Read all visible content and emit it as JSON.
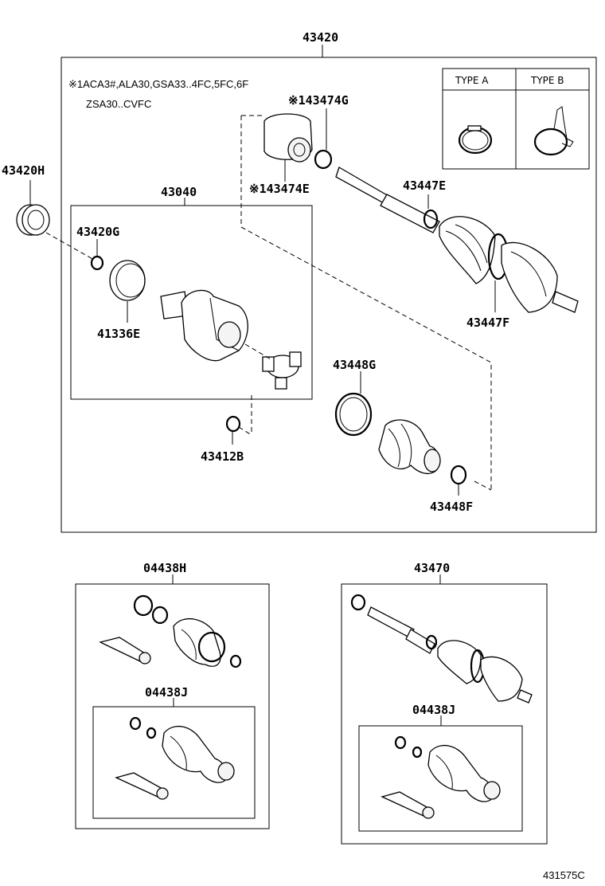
{
  "labels": {
    "assembly": "43420",
    "note_line1": "※1ACA3#,ALA30,GSA33..4FC,5FC,6F",
    "note_line2": "ZSA30..CVFC",
    "type_a": "TYPE A",
    "type_b": "TYPE B",
    "p_143474G": "※143474G",
    "p_143474E": "※143474E",
    "p_43420H": "43420H",
    "p_43040": "43040",
    "p_43447E": "43447E",
    "p_43420G": "43420G",
    "p_41336E": "41336E",
    "p_43447F": "43447F",
    "p_43448G": "43448G",
    "p_43412B": "43412B",
    "p_43448F": "43448F",
    "kit_04438H": "04438H",
    "kit_04438J_left": "04438J",
    "assembly_43470": "43470",
    "kit_04438J_right": "04438J",
    "figure_code": "431575C"
  }
}
